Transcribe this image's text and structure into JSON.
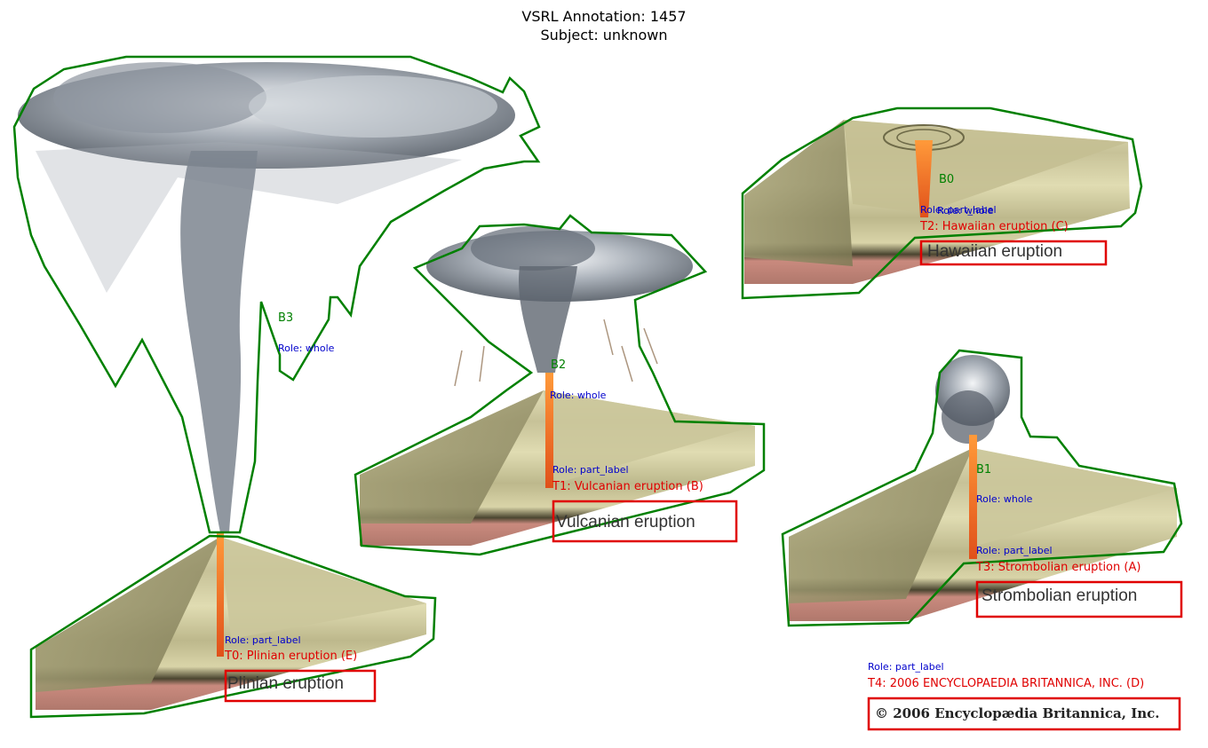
{
  "header": {
    "line1": "VSRL Annotation: 1457",
    "line2": "Subject: unknown"
  },
  "blobs": [
    {
      "id": "B0",
      "role": "Role: whole"
    },
    {
      "id": "B1",
      "role": "Role: whole"
    },
    {
      "id": "B2",
      "role": "Role: whole"
    },
    {
      "id": "B3",
      "role": "Role: whole"
    }
  ],
  "texts": [
    {
      "role": "Role: part_label",
      "label": "T0: Plinian eruption (E)",
      "caption": "Plinian eruption"
    },
    {
      "role": "Role: part_label",
      "label": "T1: Vulcanian eruption (B)",
      "caption": "Vulcanian eruption"
    },
    {
      "role": "Role: part_label",
      "label": "T2: Hawaiian eruption (C)",
      "caption": "Hawaiian eruption"
    },
    {
      "role": "Role: part_label",
      "label": "T3: Strombolian eruption (A)",
      "caption": "Strombolian eruption"
    },
    {
      "role": "Role: part_label",
      "label": "T4: 2006 ENCYCLOPAEDIA BRITANNICA, INC. (D)",
      "caption": "© 2006 Encyclopædia Britannica, Inc."
    }
  ],
  "colors": {
    "blob_outline": "#008000",
    "text_box": "#e00000",
    "role_text": "#0000cc",
    "lava": "#f06a1e",
    "strata_light": "#cfcba0",
    "strata_dark": "#8f8c62",
    "strata_base": "#c98a7e",
    "ash": "#6e7580"
  }
}
